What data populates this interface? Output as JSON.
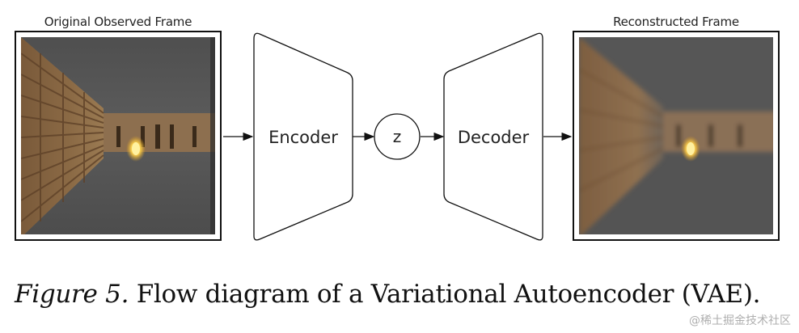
{
  "left_frame": {
    "label": "Original Observed Frame"
  },
  "right_frame": {
    "label": "Reconstructed Frame"
  },
  "encoder": {
    "label": "Encoder"
  },
  "latent": {
    "label": "z"
  },
  "decoder": {
    "label": "Decoder"
  },
  "caption": {
    "figure_label": "Figure 5.",
    "text": " Flow diagram of a Variational Autoencoder (VAE)."
  },
  "watermark": {
    "text": "@稀土掘金技术社区"
  }
}
